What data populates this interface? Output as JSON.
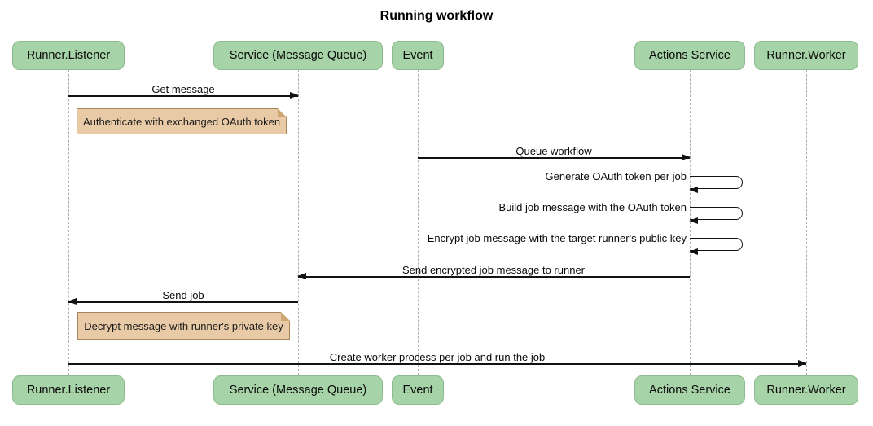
{
  "title": "Running workflow",
  "diagram_type": "sequence-diagram",
  "colors": {
    "background": "#ffffff",
    "actor_fill": "#a6d3a7",
    "actor_border": "#8cbb8e",
    "note_fill": "#e9caa6",
    "note_border": "#a8845b",
    "lifeline": "#aeaeae",
    "arrow": "#121212",
    "text": "#0a0a0a"
  },
  "actors": [
    {
      "label": "Runner.Listener"
    },
    {
      "label": "Service (Message Queue)"
    },
    {
      "label": "Event"
    },
    {
      "label": "Actions Service"
    },
    {
      "label": "Runner.Worker"
    }
  ],
  "messages": [
    {
      "label": "Get message",
      "from": "Runner.Listener",
      "to": "Service (Message Queue)",
      "kind": "solid-arrow"
    },
    {
      "label": "Queue workflow",
      "from": "Event",
      "to": "Actions Service",
      "kind": "solid-arrow"
    },
    {
      "label": "Generate OAuth token per job",
      "from": "Actions Service",
      "to": "Actions Service",
      "kind": "self"
    },
    {
      "label": "Build job message with the OAuth token",
      "from": "Actions Service",
      "to": "Actions Service",
      "kind": "self"
    },
    {
      "label": "Encrypt job message with the target runner's public key",
      "from": "Actions Service",
      "to": "Actions Service",
      "kind": "self"
    },
    {
      "label": "Send encrypted job message to runner",
      "from": "Actions Service",
      "to": "Service (Message Queue)",
      "kind": "solid-arrow"
    },
    {
      "label": "Send job",
      "from": "Service (Message Queue)",
      "to": "Runner.Listener",
      "kind": "solid-arrow"
    },
    {
      "label": "Create worker process per job and run the job",
      "from": "Runner.Listener",
      "to": "Runner.Worker",
      "kind": "solid-arrow"
    }
  ],
  "notes": [
    {
      "text": "Authenticate with exchanged OAuth token",
      "over": "Runner.Listener"
    },
    {
      "text": "Decrypt message with runner's private key",
      "over": "Runner.Listener"
    }
  ]
}
